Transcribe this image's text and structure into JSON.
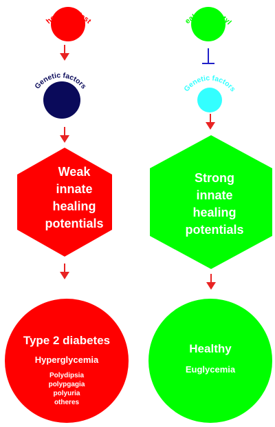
{
  "colors": {
    "red": "#ff0000",
    "green": "#00ff00",
    "navy": "#0a0a5a",
    "cyan": "#33ffff",
    "arrow_red": "#e82323",
    "inhibit_blue": "#2020c8",
    "white": "#ffffff"
  },
  "left": {
    "lifestyle_label": "Unhealthy lifestyle",
    "genetic_label": "Genetic factors",
    "potentials_lines": [
      "Weak",
      "innate",
      "healing",
      "potentials"
    ],
    "outcome_title": "Type 2 diabetes",
    "outcome_subtitle": "Hyperglycemia",
    "symptoms": [
      "Polydipsia",
      "polypgagia",
      "polyuria",
      "otheres"
    ]
  },
  "right": {
    "lifestyle_label": "Healthy lifestyle",
    "genetic_label": "Genetic factors",
    "potentials_lines": [
      "Strong",
      "innate",
      "healing",
      "potentials"
    ],
    "outcome_title": "Healthy",
    "outcome_subtitle": "Euglycemia"
  },
  "relations": {
    "left_lifestyle_to_genetic": "activates",
    "right_lifestyle_to_genetic": "inhibits"
  }
}
